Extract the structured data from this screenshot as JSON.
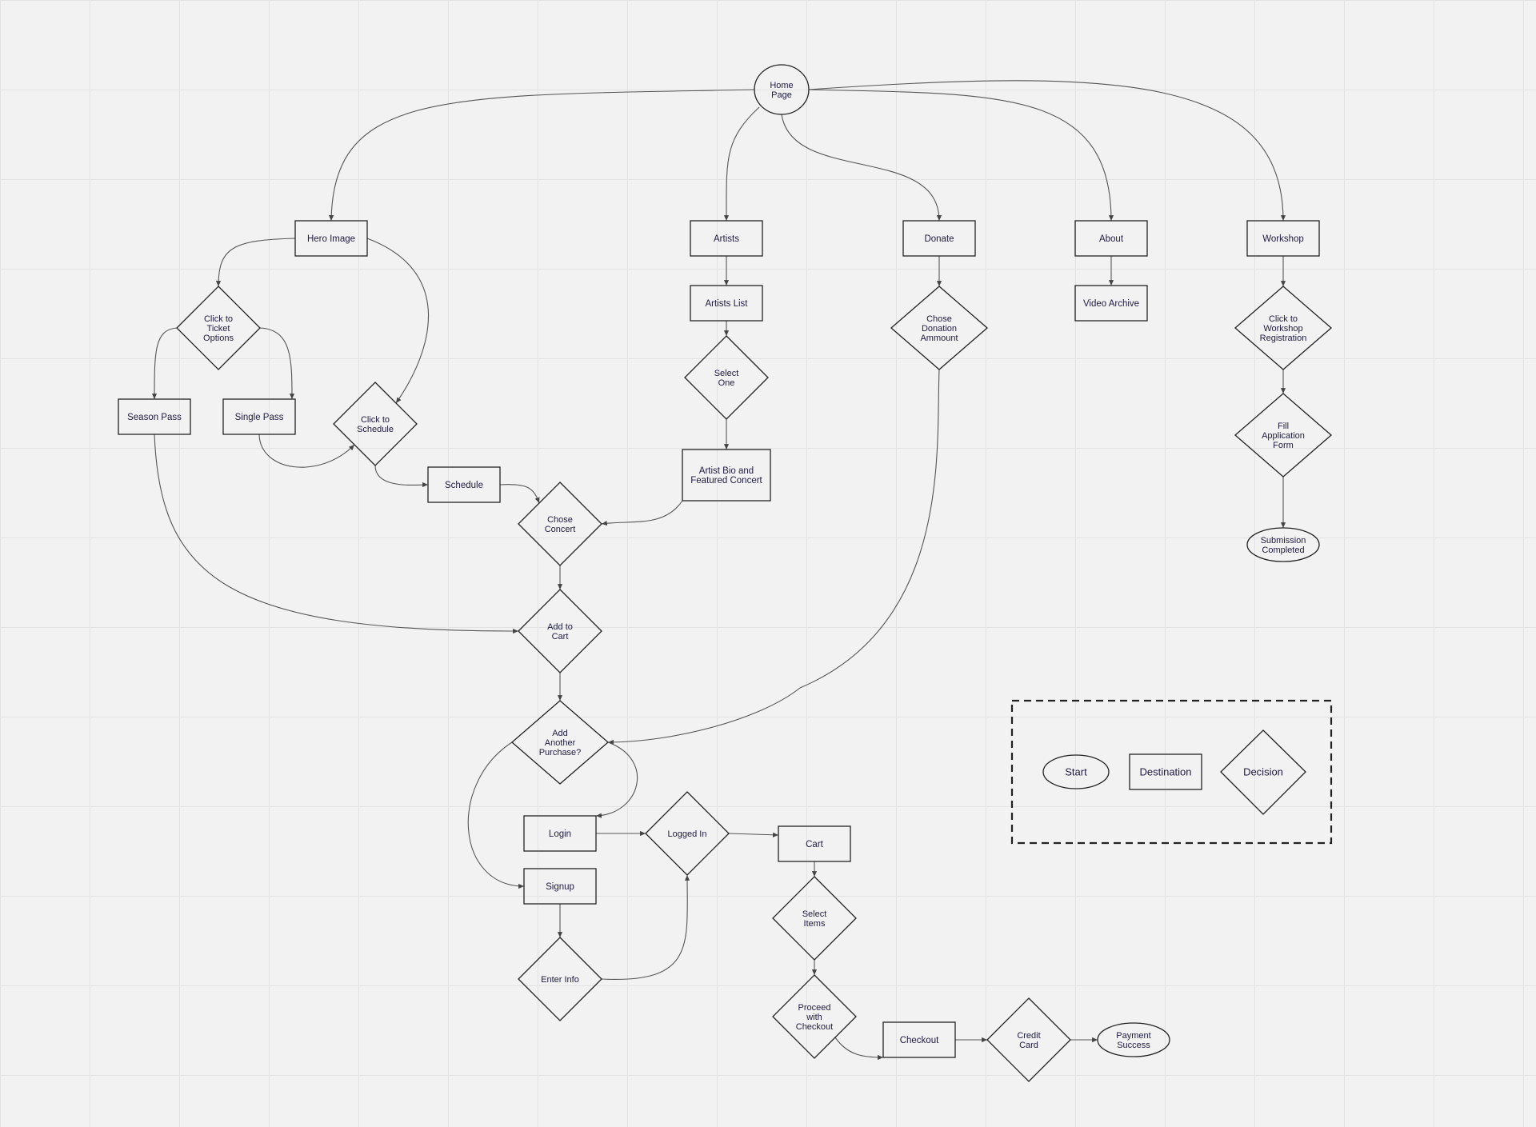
{
  "nodes": [
    {
      "id": "home",
      "shape": "circle",
      "lines": [
        "Home",
        "Page"
      ]
    },
    {
      "id": "hero",
      "shape": "rect",
      "lines": [
        "Hero Image"
      ]
    },
    {
      "id": "artists",
      "shape": "rect",
      "lines": [
        "Artists"
      ]
    },
    {
      "id": "donate",
      "shape": "rect",
      "lines": [
        "Donate"
      ]
    },
    {
      "id": "about",
      "shape": "rect",
      "lines": [
        "About"
      ]
    },
    {
      "id": "workshop",
      "shape": "rect",
      "lines": [
        "Workshop"
      ]
    },
    {
      "id": "ticket_opts",
      "shape": "diamond",
      "lines": [
        "Click to",
        "Ticket",
        "Options"
      ]
    },
    {
      "id": "artists_list",
      "shape": "rect",
      "lines": [
        "Artists List"
      ]
    },
    {
      "id": "chose_donation",
      "shape": "diamond",
      "lines": [
        "Chose",
        "Donation",
        "Ammount"
      ]
    },
    {
      "id": "video_archive",
      "shape": "rect",
      "lines": [
        "Video Archive"
      ]
    },
    {
      "id": "workshop_reg",
      "shape": "diamond",
      "lines": [
        "Click to",
        "Workshop",
        "Registration"
      ]
    },
    {
      "id": "season_pass",
      "shape": "rect",
      "lines": [
        "Season Pass"
      ]
    },
    {
      "id": "single_pass",
      "shape": "rect",
      "lines": [
        "Single Pass"
      ]
    },
    {
      "id": "click_schedule",
      "shape": "diamond",
      "lines": [
        "Click to",
        "Schedule"
      ]
    },
    {
      "id": "select_one",
      "shape": "diamond",
      "lines": [
        "Select",
        "One"
      ]
    },
    {
      "id": "fill_form",
      "shape": "diamond",
      "lines": [
        "Fill",
        "Application",
        "Form"
      ]
    },
    {
      "id": "schedule",
      "shape": "rect",
      "lines": [
        "Schedule"
      ]
    },
    {
      "id": "artist_bio",
      "shape": "rect",
      "lines": [
        "Artist Bio and",
        "Featured Concert"
      ]
    },
    {
      "id": "chose_concert",
      "shape": "diamond",
      "lines": [
        "Chose",
        "Concert"
      ]
    },
    {
      "id": "submission",
      "shape": "ellipse",
      "lines": [
        "Submission",
        "Completed"
      ]
    },
    {
      "id": "add_cart",
      "shape": "diamond",
      "lines": [
        "Add to",
        "Cart"
      ]
    },
    {
      "id": "add_another",
      "shape": "diamond",
      "lines": [
        "Add",
        "Another",
        "Purchase?"
      ]
    },
    {
      "id": "login",
      "shape": "rect",
      "lines": [
        "Login"
      ]
    },
    {
      "id": "logged_in",
      "shape": "diamond",
      "lines": [
        "Logged In"
      ]
    },
    {
      "id": "cart",
      "shape": "rect",
      "lines": [
        "Cart"
      ]
    },
    {
      "id": "signup",
      "shape": "rect",
      "lines": [
        "Signup"
      ]
    },
    {
      "id": "select_items",
      "shape": "diamond",
      "lines": [
        "Select",
        "Items"
      ]
    },
    {
      "id": "enter_info",
      "shape": "diamond",
      "lines": [
        "Enter Info"
      ]
    },
    {
      "id": "proceed",
      "shape": "diamond",
      "lines": [
        "Proceed",
        "with",
        "Checkout"
      ]
    },
    {
      "id": "checkout",
      "shape": "rect",
      "lines": [
        "Checkout"
      ]
    },
    {
      "id": "credit_card",
      "shape": "diamond",
      "lines": [
        "Credit",
        "Card"
      ]
    },
    {
      "id": "payment",
      "shape": "ellipse",
      "lines": [
        "Payment",
        "Success"
      ]
    }
  ],
  "edges": [
    [
      "home",
      "hero"
    ],
    [
      "home",
      "artists"
    ],
    [
      "home",
      "donate"
    ],
    [
      "home",
      "about"
    ],
    [
      "home",
      "workshop"
    ],
    [
      "hero",
      "ticket_opts"
    ],
    [
      "hero",
      "click_schedule"
    ],
    [
      "ticket_opts",
      "season_pass"
    ],
    [
      "ticket_opts",
      "single_pass"
    ],
    [
      "single_pass",
      "click_schedule"
    ],
    [
      "click_schedule",
      "schedule"
    ],
    [
      "schedule",
      "chose_concert"
    ],
    [
      "artist_bio",
      "chose_concert"
    ],
    [
      "artists",
      "artists_list"
    ],
    [
      "artists_list",
      "select_one"
    ],
    [
      "select_one",
      "artist_bio"
    ],
    [
      "season_pass",
      "add_cart"
    ],
    [
      "chose_concert",
      "add_cart"
    ],
    [
      "add_cart",
      "add_another"
    ],
    [
      "donate",
      "chose_donation"
    ],
    [
      "chose_donation",
      "add_another"
    ],
    [
      "about",
      "video_archive"
    ],
    [
      "workshop",
      "workshop_reg"
    ],
    [
      "workshop_reg",
      "fill_form"
    ],
    [
      "fill_form",
      "submission"
    ],
    [
      "add_another",
      "login"
    ],
    [
      "add_another",
      "signup"
    ],
    [
      "login",
      "logged_in"
    ],
    [
      "signup",
      "enter_info"
    ],
    [
      "enter_info",
      "logged_in"
    ],
    [
      "logged_in",
      "cart"
    ],
    [
      "cart",
      "select_items"
    ],
    [
      "select_items",
      "proceed"
    ],
    [
      "proceed",
      "checkout"
    ],
    [
      "checkout",
      "credit_card"
    ],
    [
      "credit_card",
      "payment"
    ]
  ],
  "legend": {
    "start_label": "Start",
    "destination_label": "Destination",
    "decision_label": "Decision"
  }
}
